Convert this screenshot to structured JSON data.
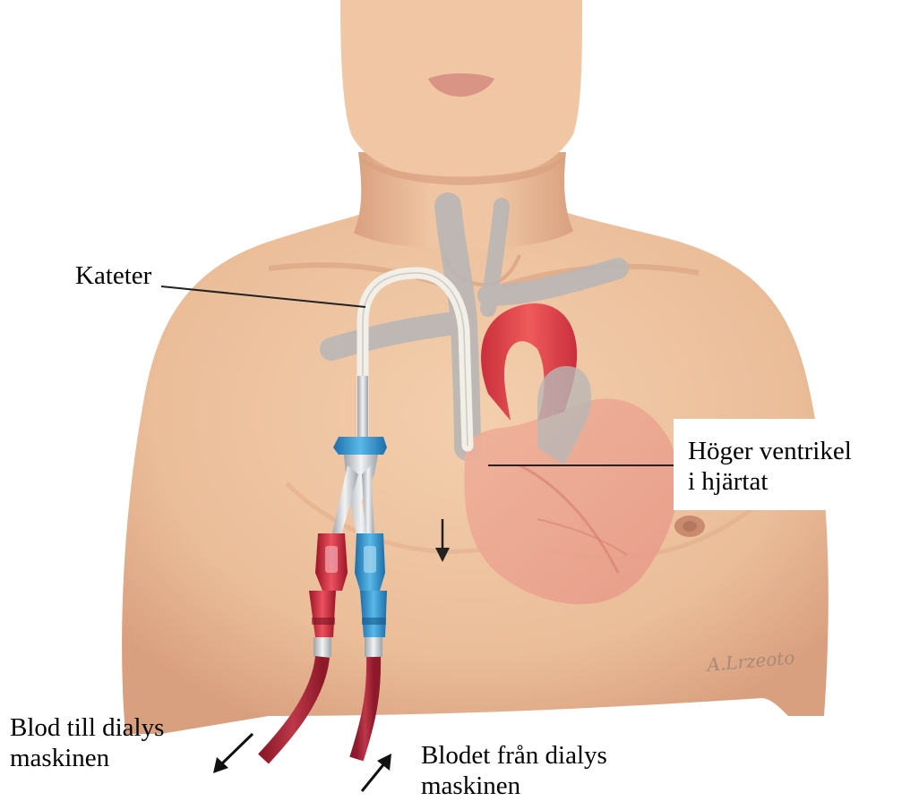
{
  "labels": {
    "catheter": "Kateter",
    "right_ventricle_line1": "Höger ventrikel",
    "right_ventricle_line2": "i hjärtat",
    "blood_to_machine_line1": "Blod till dialys",
    "blood_to_machine_line2": "maskinen",
    "blood_from_machine_line1": "Blodet från dialys",
    "blood_from_machine_line2": "maskinen"
  },
  "signature": "A.Lrzeoto",
  "colors": {
    "skin": "#efc3a0",
    "skin_shadow": "#d99f7c",
    "vessel": "#b9b6b5",
    "heart_red": "#e0474b",
    "heart_pale": "#e9a08c",
    "tube_red": "#b8283a",
    "connector_blue": "#2f8fc7",
    "catheter_white": "#f2efe8"
  }
}
